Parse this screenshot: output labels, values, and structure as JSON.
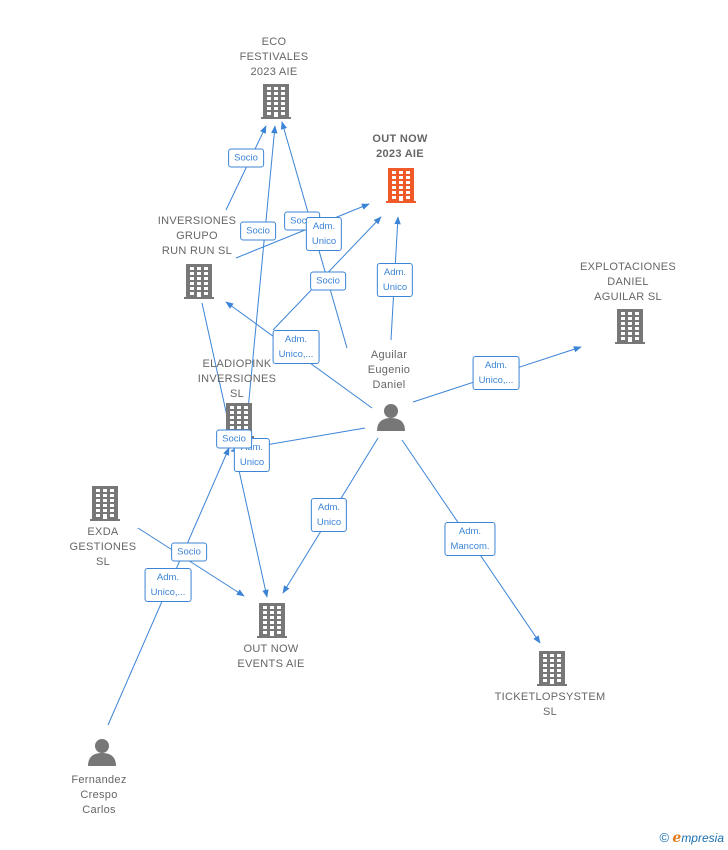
{
  "colors": {
    "edge": "#3c84d6",
    "node": "#777777",
    "highlight": "#f05a28"
  },
  "nodes": [
    {
      "id": "eco",
      "label": "ECO\nFESTIVALES\n2023  AIE",
      "type": "company"
    },
    {
      "id": "outnow2023",
      "label": "OUT NOW\n2023  AIE",
      "type": "company",
      "highlight": true
    },
    {
      "id": "inversiones",
      "label": "INVERSIONES\nGRUPO\nRUN RUN  SL",
      "type": "company"
    },
    {
      "id": "explotaciones",
      "label": "EXPLOTACIONES\nDANIEL\nAGUILAR  SL",
      "type": "company"
    },
    {
      "id": "eladiopink",
      "label": "ELADIOPINK\nINVERSIONES\nSL",
      "type": "company"
    },
    {
      "id": "aguilar",
      "label": "Aguilar\nEugenio\nDaniel",
      "type": "person"
    },
    {
      "id": "exda",
      "label": "EXDA\nGESTIONES\nSL",
      "type": "company"
    },
    {
      "id": "outnowevents",
      "label": "OUT NOW\nEVENTS  AIE",
      "type": "company"
    },
    {
      "id": "ticketlop",
      "label": "TICKETLOPSYSTEM\nSL",
      "type": "company"
    },
    {
      "id": "fernandez",
      "label": "Fernandez\nCrespo\nCarlos",
      "type": "person"
    }
  ],
  "edges": [
    {
      "id": "e1",
      "label": "Socio"
    },
    {
      "id": "e2",
      "label": "Socio"
    },
    {
      "id": "e3",
      "label": "Socio"
    },
    {
      "id": "e4",
      "label": "Adm.\nUnico"
    },
    {
      "id": "e5",
      "label": "Socio"
    },
    {
      "id": "e6",
      "label": "Adm.\nUnico"
    },
    {
      "id": "e7",
      "label": "Adm.\nUnico,..."
    },
    {
      "id": "e8",
      "label": "Adm.\nUnico,..."
    },
    {
      "id": "e9",
      "label": "Adm.\nUnico"
    },
    {
      "id": "e10",
      "label": "Socio"
    },
    {
      "id": "e11",
      "label": "Adm.\nUnico"
    },
    {
      "id": "e12",
      "label": "Adm.\nMancom."
    },
    {
      "id": "e13",
      "label": "Socio"
    },
    {
      "id": "e14",
      "label": "Adm.\nUnico,..."
    }
  ],
  "brand": {
    "copyright": "©",
    "e": "e",
    "rest": "mpresia"
  }
}
